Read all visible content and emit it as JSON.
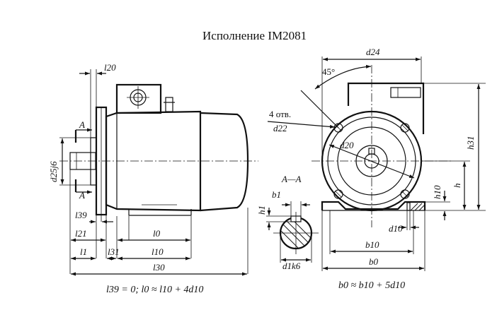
{
  "title": "Исполнение IM2081",
  "side_view": {
    "labels": {
      "d25j6": "d25j6",
      "l20": "l20",
      "l39": "l39",
      "l21": "l21",
      "l0": "l0",
      "l1": "l1",
      "l31": "l31",
      "l10": "l10",
      "l30": "l30",
      "section_mark_top": "A",
      "section_mark_bottom": "A"
    },
    "formula": "l39 = 0; l0 ≈ l10 + 4d10"
  },
  "section_view": {
    "title": "A—A",
    "labels": {
      "b1": "b1",
      "h1": "h1",
      "d1k6": "d1k6"
    }
  },
  "front_view": {
    "labels": {
      "d24": "d24",
      "angle": "45°",
      "holes": "4 отв.",
      "d22": "d22",
      "d20": "d20",
      "h31": "h31",
      "h": "h",
      "h10": "h10",
      "d10": "d10",
      "b10": "b10",
      "b0": "b0"
    },
    "formula": "b0 ≈ b10 + 5d10"
  }
}
